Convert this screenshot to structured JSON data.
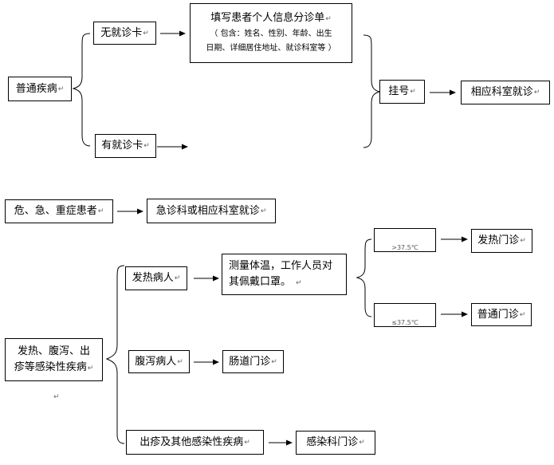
{
  "nodes": {
    "ordinary_disease": "普通疾病",
    "no_card": "无就诊卡",
    "has_card": "有就诊卡",
    "fill_form_title": "填写患者个人信息分诊单",
    "fill_form_detail_1": "（ 包含：姓名、性别、年龄、出生",
    "fill_form_detail_2": "日期、详细居住地址、就诊科室等 ）",
    "register": "挂号",
    "dept_visit": "相应科室就诊",
    "critical_patient": "危、急、重症患者",
    "emergency_visit": "急诊科或相应科室就诊",
    "infectious_disease_1": "发热、腹泻、出",
    "infectious_disease_2": "疹等感染性疾病",
    "fever_patient": "发热病人",
    "measure_temp_1": "测量体温，工作人员对",
    "measure_temp_2": "其佩戴口罩。",
    "temp_high": ">37.5℃",
    "temp_low": "≤37.5℃",
    "fever_clinic": "发热门诊",
    "general_clinic": "普通门诊",
    "diarrhea_patient": "腹泻病人",
    "intestinal_clinic": "肠道门诊",
    "rash_patient": "出疹及其他感染性疾病",
    "infection_clinic": "感染科门诊"
  },
  "marks": {
    "paragraph": "↵"
  }
}
